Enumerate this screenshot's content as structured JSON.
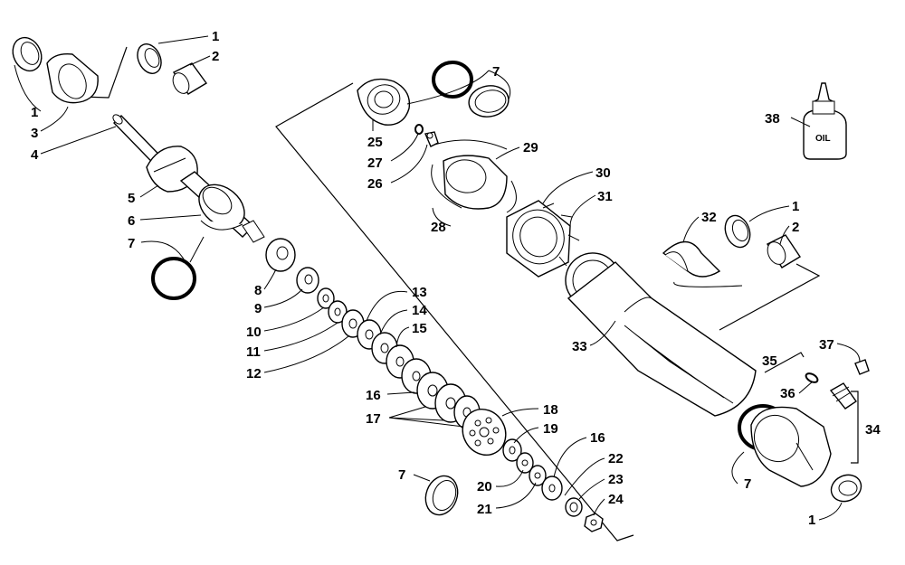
{
  "oil_label": "OIL",
  "callouts": [
    {
      "id": "c1a",
      "label": "1"
    },
    {
      "id": "c2a",
      "label": "2"
    },
    {
      "id": "c1b",
      "label": "1"
    },
    {
      "id": "c3",
      "label": "3"
    },
    {
      "id": "c4",
      "label": "4"
    },
    {
      "id": "c5",
      "label": "5"
    },
    {
      "id": "c6",
      "label": "6"
    },
    {
      "id": "c7a",
      "label": "7"
    },
    {
      "id": "c8",
      "label": "8"
    },
    {
      "id": "c9",
      "label": "9"
    },
    {
      "id": "c10",
      "label": "10"
    },
    {
      "id": "c11",
      "label": "11"
    },
    {
      "id": "c12",
      "label": "12"
    },
    {
      "id": "c13",
      "label": "13"
    },
    {
      "id": "c14",
      "label": "14"
    },
    {
      "id": "c15",
      "label": "15"
    },
    {
      "id": "c16a",
      "label": "16"
    },
    {
      "id": "c17",
      "label": "17"
    },
    {
      "id": "c18",
      "label": "18"
    },
    {
      "id": "c19",
      "label": "19"
    },
    {
      "id": "c16b",
      "label": "16"
    },
    {
      "id": "c20",
      "label": "20"
    },
    {
      "id": "c21",
      "label": "21"
    },
    {
      "id": "c22",
      "label": "22"
    },
    {
      "id": "c23",
      "label": "23"
    },
    {
      "id": "c24",
      "label": "24"
    },
    {
      "id": "c7b",
      "label": "7"
    },
    {
      "id": "c7c",
      "label": "7"
    },
    {
      "id": "c25",
      "label": "25"
    },
    {
      "id": "c27",
      "label": "27"
    },
    {
      "id": "c26",
      "label": "26"
    },
    {
      "id": "c29",
      "label": "29"
    },
    {
      "id": "c28",
      "label": "28"
    },
    {
      "id": "c30",
      "label": "30"
    },
    {
      "id": "c31",
      "label": "31"
    },
    {
      "id": "c32",
      "label": "32"
    },
    {
      "id": "c1c",
      "label": "1"
    },
    {
      "id": "c2b",
      "label": "2"
    },
    {
      "id": "c33",
      "label": "33"
    },
    {
      "id": "c38",
      "label": "38"
    },
    {
      "id": "c35",
      "label": "35"
    },
    {
      "id": "c37",
      "label": "37"
    },
    {
      "id": "c36",
      "label": "36"
    },
    {
      "id": "c34",
      "label": "34"
    },
    {
      "id": "c7d",
      "label": "7"
    },
    {
      "id": "c1d",
      "label": "1"
    }
  ]
}
